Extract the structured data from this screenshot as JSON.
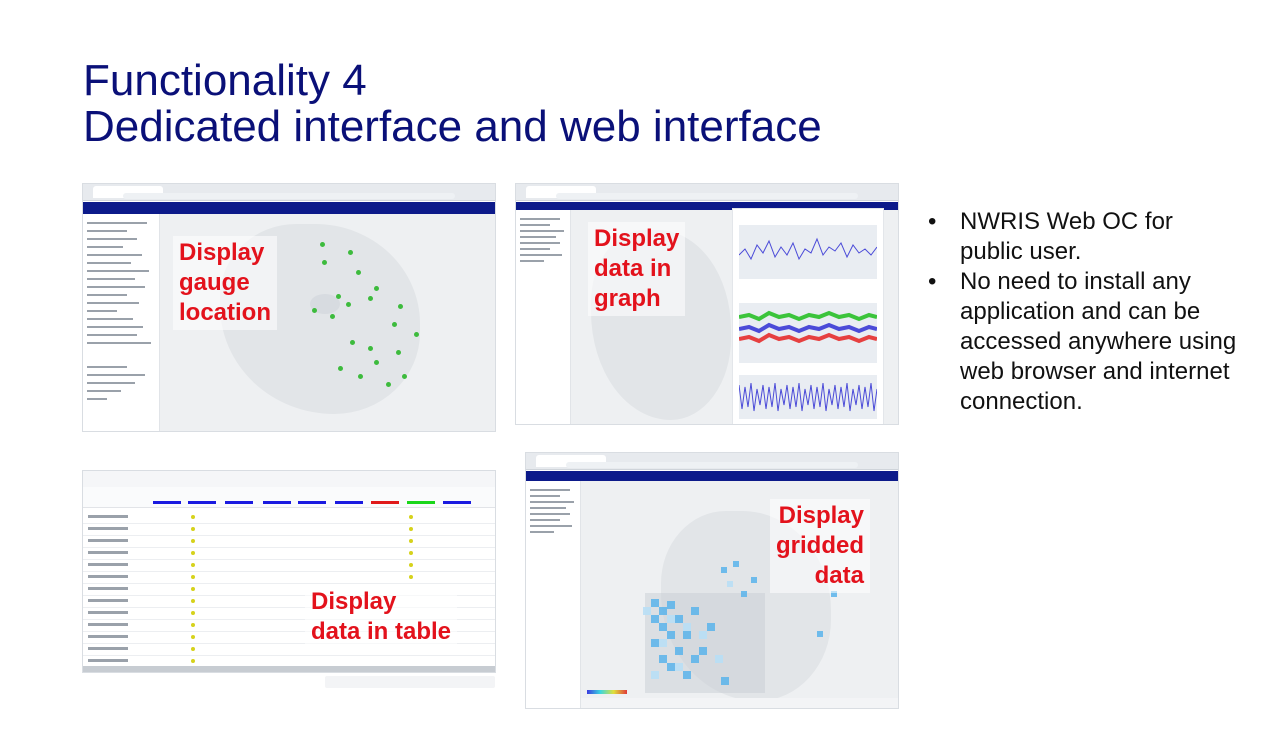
{
  "slide": {
    "title_line1": "Functionality 4",
    "title_line2": "Dedicated interface and web interface"
  },
  "panels": {
    "gauge": {
      "label_lines": [
        "Display",
        "gauge",
        "location"
      ]
    },
    "graph": {
      "label_lines": [
        "Display",
        "data in",
        "graph"
      ]
    },
    "table": {
      "label_lines": [
        "Display",
        "data in table"
      ]
    },
    "gridded": {
      "label_lines": [
        "Display",
        "gridded",
        "data"
      ]
    }
  },
  "bullets": [
    {
      "marker": "•",
      "lines": [
        "NWRIS Web OC for",
        "public user."
      ]
    },
    {
      "marker": "•",
      "lines": [
        "No need to install any",
        "application and can be",
        "accessed anywhere using",
        "web browser and internet",
        "connection."
      ]
    }
  ],
  "colors": {
    "title": "#0a1078",
    "overlay_text": "#e3121c",
    "app_navbar": "#0c1a8a",
    "gauge_marker": "#3dbb3d"
  }
}
